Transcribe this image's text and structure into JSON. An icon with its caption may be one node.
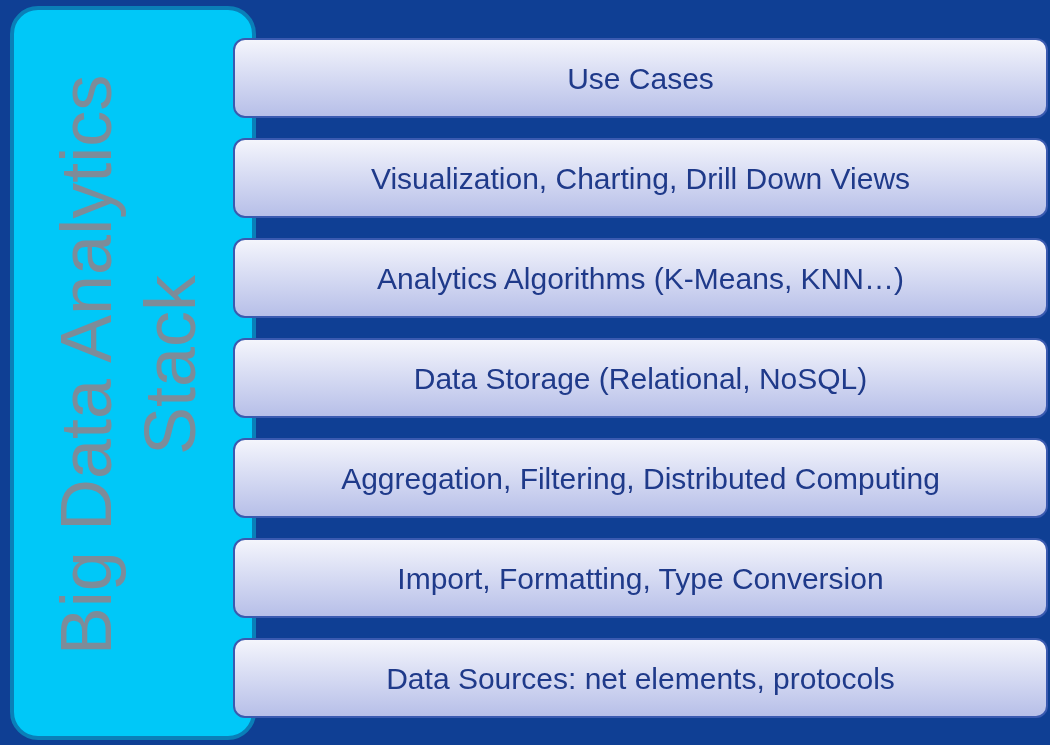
{
  "diagram": {
    "nodes": [
      {
        "text": [
          "Big Data Analytics Stack"
        ]
      },
      {
        "text": [
          "Use Cases"
        ]
      },
      {
        "text": [
          "Visualization, Charting, Drill Down Views"
        ]
      },
      {
        "text": [
          "Analytics Algorithms (K-Means, KNN…)"
        ]
      },
      {
        "text": [
          "Data Storage (Relational, NoSQL)"
        ]
      },
      {
        "text": [
          "Aggregation, Filtering, Distributed Computing"
        ]
      },
      {
        "text": [
          "Import, Formatting, Type Conversion"
        ]
      },
      {
        "text": [
          "Data Sources: net elements, protocols"
        ]
      }
    ]
  }
}
